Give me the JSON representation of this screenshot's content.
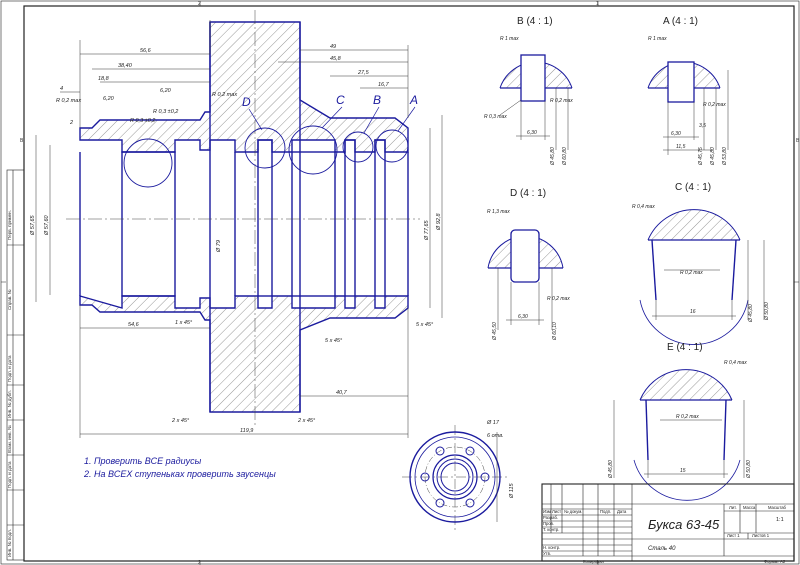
{
  "colors": {
    "outline": "#1b1b9e",
    "thin": "#3a3a3a",
    "frame": "#222222",
    "hatch": "#5a5a5a",
    "bg": "#ffffff"
  },
  "sheet": {
    "zone_top_1": "1",
    "zone_top_2": "2",
    "zone_bottom_1": "1",
    "zone_bottom_2": "2",
    "zone_left": "B",
    "zone_right": "B",
    "side_cells": [
      "Перв. примен.",
      "Справ. №",
      "Подп. и дата",
      "Инв. № дубл.",
      "Взам. инв. №",
      "Подп. и дата",
      "Инв. № подл."
    ]
  },
  "section_labels": {
    "A": "A",
    "B": "B",
    "C": "C",
    "D": "D"
  },
  "dimensions": {
    "d1": "56,6",
    "d2": "38,40",
    "d3": "18,8",
    "d4": "4",
    "d5": "6,20",
    "d6": "6,20",
    "d7": "R 0,2 max",
    "d8": "R 0,3 ±0,2",
    "d9": "R 0,3 ±0,2",
    "d10": "R 0,2 max",
    "d11": "49",
    "d12": "45,8",
    "d13": "27,5",
    "d14": "16,7",
    "d15": "2",
    "d16": "Ø 57,65",
    "d17": "Ø 57,60",
    "d18": "Ø 79",
    "d19": "Ø 77,65",
    "d20": "Ø 92,8",
    "d21": "54,6",
    "d22": "1 x 45°",
    "d23": "5 x 45°",
    "d24": "5 x 45°",
    "d25": "40,7",
    "d26": "2 x 45°",
    "d27": "2 x 45°",
    "d28": "119,9",
    "d29": "Ø 17",
    "d30": "6 отв.",
    "d31": "Ø 115"
  },
  "details": {
    "b": {
      "title": "B (4 : 1)",
      "r1": "R 1 max",
      "r2": "R 0,2 max",
      "r3": "R 0,3 max",
      "w": "6,30",
      "d1": "Ø 45,80",
      "d2": "Ø 60,80"
    },
    "a": {
      "title": "A (4 : 1)",
      "r1": "R 1 max",
      "r2": "R 0,2 max",
      "w": "6,30",
      "w2": "3,5",
      "w3": "11,5",
      "d1": "Ø 45,75",
      "d2": "Ø 45,80",
      "d3": "Ø 53,80"
    },
    "d": {
      "title": "D (4 : 1)",
      "r1": "R 1,3 max",
      "r2": "R 0,2 max",
      "w": "6,30",
      "d1": "Ø 45,50",
      "d2": "Ø 60,10"
    },
    "c": {
      "title": "C (4 : 1)",
      "r1": "R 0,4 max",
      "r2": "R 0,2 max",
      "w": "16",
      "d1": "Ø 45,80",
      "d2": "Ø 50,80"
    },
    "e": {
      "title": "E (4 : 1)",
      "r1": "R 0,4 max",
      "r2": "R 0,2 max",
      "w": "15",
      "d1": "Ø 45,80",
      "d2": "Ø 50,80"
    }
  },
  "notes": [
    "1. Проверить ВСЕ радиусы",
    "2. На ВСЕХ ступеньках проверить заусенцы"
  ],
  "title_block": {
    "name": "Букса 63-45",
    "material": "Сталь 40",
    "col_izm": "Изм",
    "col_list": "Лист",
    "col_doc": "№ докум.",
    "col_sign": "Подп.",
    "col_date": "Дата",
    "row_razrab": "Разраб.",
    "row_prov": "Пров.",
    "row_tkontr": "Т. контр.",
    "row_nkontr": "Н. контр.",
    "row_utv": "Утв.",
    "lit": "Лит.",
    "mass": "Масса",
    "scale_h": "Масштаб",
    "scale": "1:1",
    "sheet": "Лист 1",
    "sheets": "Листов 1",
    "copied": "Копировал",
    "format": "Формат A2"
  }
}
